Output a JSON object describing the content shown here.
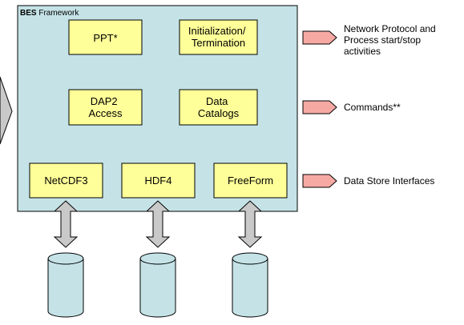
{
  "colors": {
    "framework_fill": "#c5e3e7",
    "module_fill": "#ffff99",
    "side_arrow_fill": "#f6a9a3",
    "data_arrow_fill": "#c9c9c9",
    "database_fill": "#c5e3e7",
    "outline": "#000000"
  },
  "framework": {
    "title_bold": "BES",
    "title_rest": " Framework"
  },
  "modules": {
    "ppt": {
      "lines": [
        "PPT*"
      ]
    },
    "init": {
      "lines": [
        "Initialization/",
        "Termination"
      ]
    },
    "dap2": {
      "lines": [
        "DAP2",
        "Access"
      ]
    },
    "catalogs": {
      "lines": [
        "Data",
        "Catalogs"
      ]
    },
    "netcdf3": {
      "lines": [
        "NetCDF3"
      ]
    },
    "hdf4": {
      "lines": [
        "HDF4"
      ]
    },
    "freeform": {
      "lines": [
        "FreeForm"
      ]
    }
  },
  "side_labels": {
    "network": {
      "lines": [
        "Network Protocol and",
        "Process start/stop",
        "activities"
      ]
    },
    "commands": {
      "lines": [
        "Commands**"
      ]
    },
    "data_store": {
      "lines": [
        "Data Store Interfaces"
      ]
    }
  },
  "icons": {
    "left_chevron": "chevron-right-icon",
    "side_arrow": "arrow-right-icon",
    "data_arrow": "double-arrow-vertical-icon",
    "database": "database-cylinder-icon"
  }
}
